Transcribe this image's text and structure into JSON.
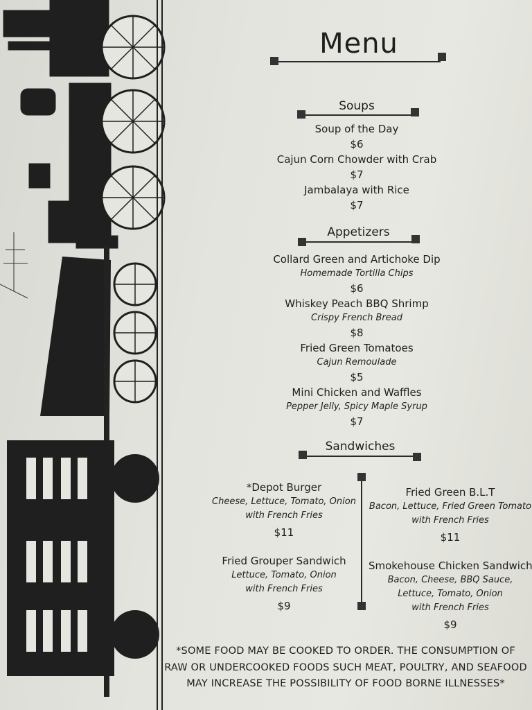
{
  "menu_title": "Menu",
  "soups": {
    "heading": "Soups",
    "items": [
      {
        "name": "Soup of the Day",
        "price": "$6"
      },
      {
        "name": "Cajun Corn Chowder with Crab",
        "price": "$7"
      },
      {
        "name": "Jambalaya with Rice",
        "price": "$7"
      }
    ]
  },
  "appetizers": {
    "heading": "Appetizers",
    "items": [
      {
        "name": "Collard Green and Artichoke Dip",
        "desc": "Homemade Tortilla Chips",
        "price": "$6"
      },
      {
        "name": "Whiskey Peach BBQ Shrimp",
        "desc": "Crispy French Bread",
        "price": "$8"
      },
      {
        "name": "Fried Green Tomatoes",
        "desc": "Cajun Remoulade",
        "price": "$5"
      },
      {
        "name": "Mini Chicken and Waffles",
        "desc": "Pepper Jelly, Spicy Maple Syrup",
        "price": "$7"
      }
    ]
  },
  "sandwiches": {
    "heading": "Sandwiches",
    "items": [
      {
        "name": "*Depot Burger",
        "desc1": "Cheese, Lettuce, Tomato, Onion",
        "desc2": "with French Fries",
        "price": "$11"
      },
      {
        "name": "Fried Green B.L.T",
        "desc1": "Bacon, Lettuce, Fried Green Tomato",
        "desc2": "with French Fries",
        "price": "$11"
      },
      {
        "name": "Fried Grouper Sandwich",
        "desc1": "Lettuce, Tomato, Onion",
        "desc2": "with French Fries",
        "price": "$9"
      },
      {
        "name": "Smokehouse Chicken Sandwich",
        "desc1": "Bacon, Cheese, BBQ Sauce,",
        "desc2": "Lettuce, Tomato, Onion",
        "desc3": "with French Fries",
        "price": "$9"
      }
    ]
  },
  "footer": {
    "line1": "*SOME FOOD MAY BE COOKED TO ORDER. THE CONSUMPTION OF",
    "line2": "RAW OR UNDERCOOKED FOODS SUCH MEAT, POULTRY, AND SEAFOOD",
    "line3": "MAY INCREASE THE POSSIBILITY OF FOOD BORNE ILLNESSES*"
  },
  "colors": {
    "paper": "#e4e4de",
    "ink": "#1e1e1e"
  }
}
